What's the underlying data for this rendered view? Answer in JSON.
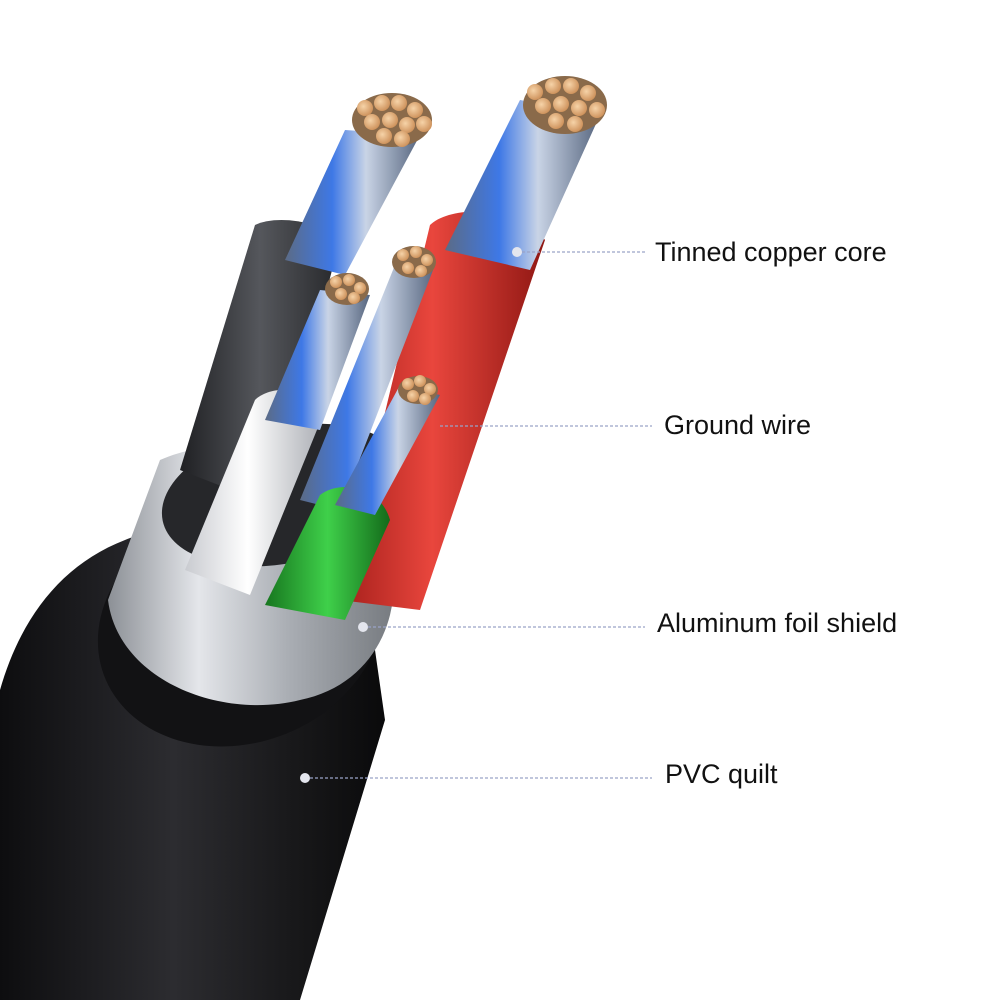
{
  "labels": {
    "core": "Tinned copper core",
    "ground": "Ground wire",
    "foil": "Aluminum foil shield",
    "pvc": "PVC quilt"
  },
  "colors": {
    "jacket": "#1b1b1d",
    "foil": "#b9bcc2",
    "red_wire": "#d8362f",
    "white_wire": "#e8e9ec",
    "black_wire": "#3a3b3f",
    "green_wire": "#2fae3a",
    "copper": "#e2a870",
    "strand_blue": "#3e78e6",
    "leader_line": "#9aa3c8"
  }
}
